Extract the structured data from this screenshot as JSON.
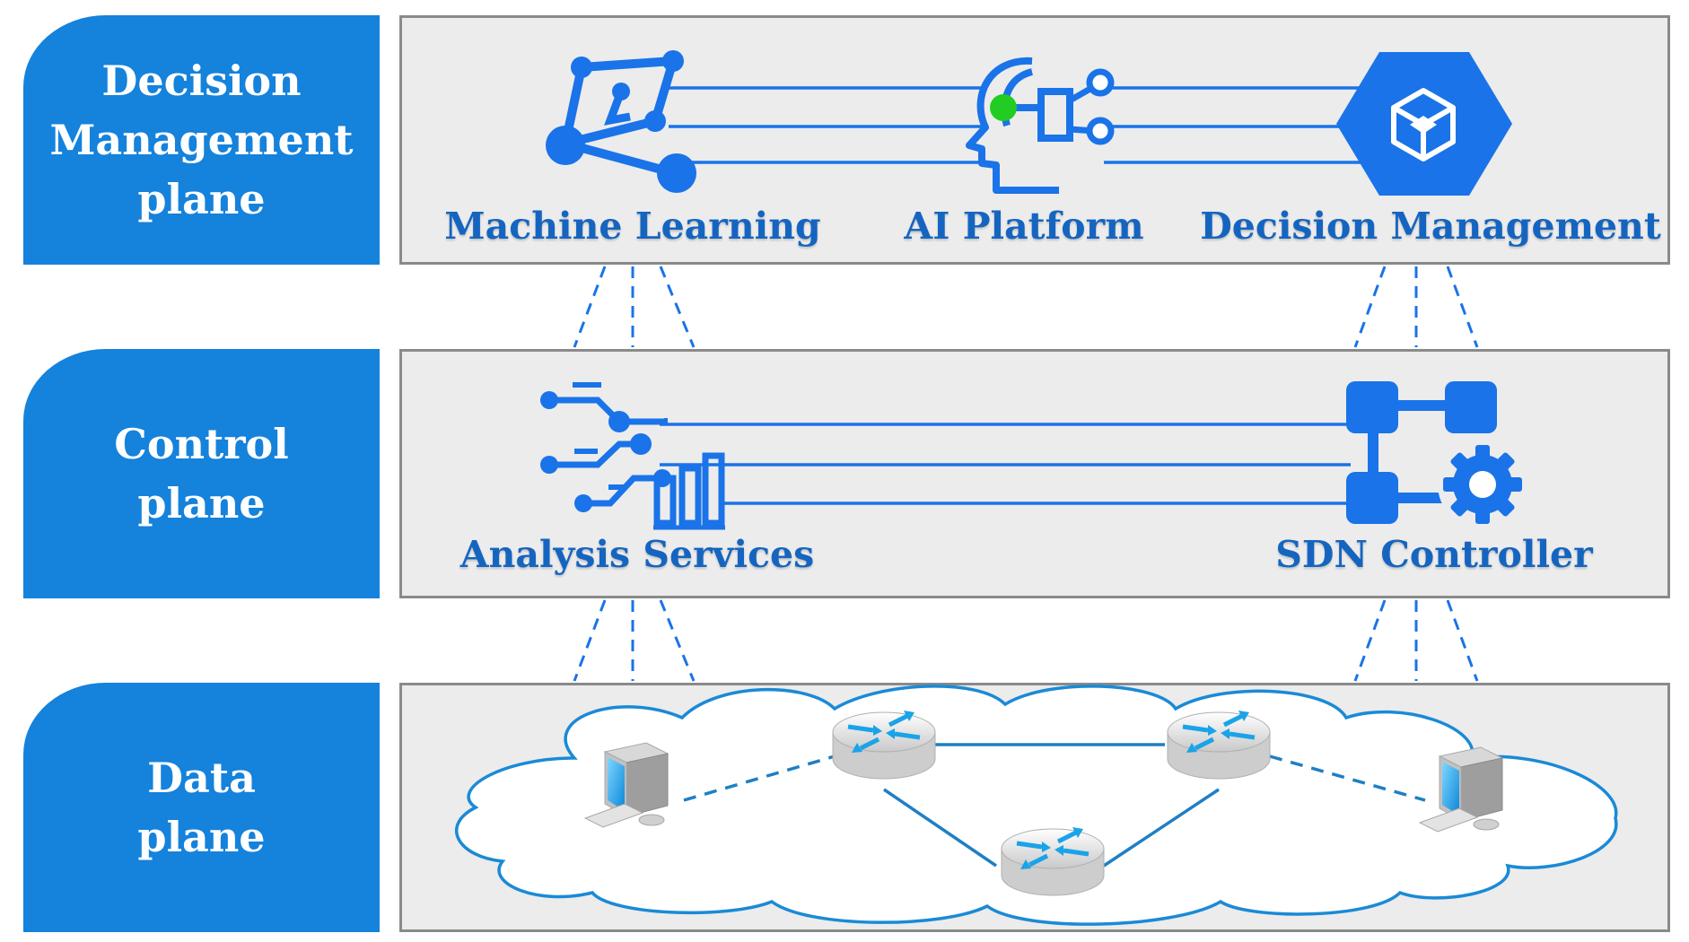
{
  "planes": {
    "decision": {
      "lines": [
        "Decision",
        "Management",
        "plane"
      ]
    },
    "control": {
      "lines": [
        "Control",
        "plane"
      ]
    },
    "data": {
      "lines": [
        "Data",
        "plane"
      ]
    }
  },
  "nodes": {
    "machine_learning": "Machine Learning",
    "ai_platform": "AI Platform",
    "decision_management": "Decision Management",
    "analysis_services": "Analysis Services",
    "sdn_controller": "SDN Controller"
  },
  "colors": {
    "plane_tab": "#1582dc",
    "panel_bg": "#ececec",
    "panel_border": "#8a8a8a",
    "icon_blue": "#1a73e8",
    "label_blue": "#1565c0",
    "network_line": "#1f7fc4",
    "ai_dot": "#22cc22"
  },
  "icons": {
    "ml": "machine-learning-icon",
    "ai": "ai-head-icon",
    "dm": "hexagon-cube-icon",
    "as": "circuit-chart-icon",
    "sdn": "flow-gear-icon",
    "pc": "desktop-computer-icon",
    "router": "router-icon"
  }
}
